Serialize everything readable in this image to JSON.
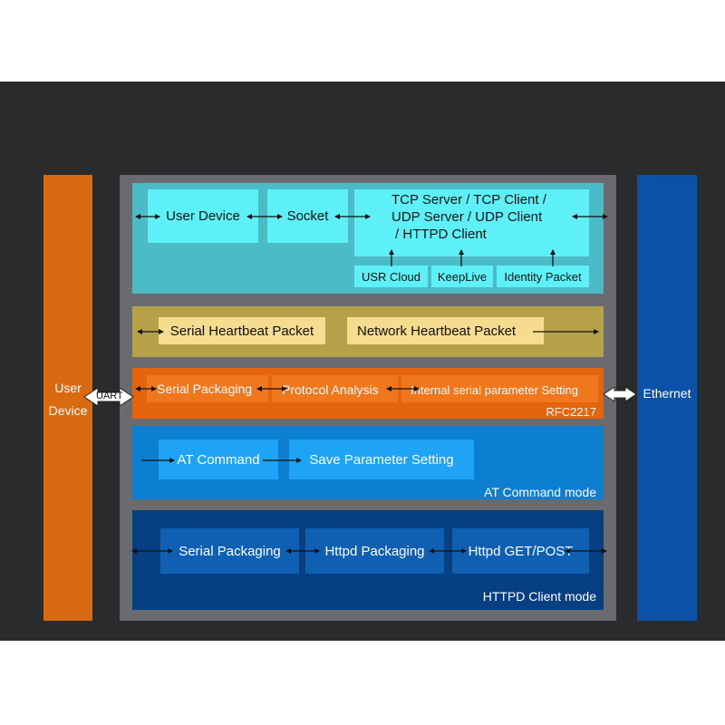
{
  "left_bar": {
    "label_line1": "User",
    "label_line2": "Device",
    "color": "#d86a12"
  },
  "right_bar": {
    "label": "Ethernet",
    "color": "#0a52a8"
  },
  "uart": {
    "label": "UART"
  },
  "top_section": {
    "user_device": "User Device",
    "socket": "Socket",
    "protocols": [
      "TCP Server / TCP Client /",
      "UDP Server / UDP Client",
      "/ HTTPD Client"
    ],
    "usr_cloud": "USR Cloud",
    "keeplive": "KeepLive",
    "identity_packet": "Identity Packet",
    "bg_color": "#4bbcc6",
    "box_color": "#5ef0f7"
  },
  "heartbeat_section": {
    "serial": "Serial Heartbeat Packet",
    "network": "Network Heartbeat Packet",
    "bg_color": "#b5a14a",
    "box_color": "#f6dc8e"
  },
  "rfc_section": {
    "serial_packaging": "Serial Packaging",
    "protocol_analysis": "Protocol Analysis",
    "internal_setting": "Internal serial parameter Setting",
    "mode_label": "RFC2217",
    "color": "#e5650f"
  },
  "at_section": {
    "at_command": "AT Command",
    "save_parameter": "Save Parameter Setting",
    "mode_label": "AT Command mode",
    "bg_color": "#0d7fd0",
    "box_color": "#1fa3f5"
  },
  "httpd_section": {
    "serial_packaging": "Serial Packaging",
    "httpd_packaging": "Httpd Packaging",
    "httpd_get_post": "Httpd GET/POST",
    "mode_label": "HTTPD Client mode",
    "bg_color": "#073f83",
    "box_color": "#0f5fb3"
  }
}
